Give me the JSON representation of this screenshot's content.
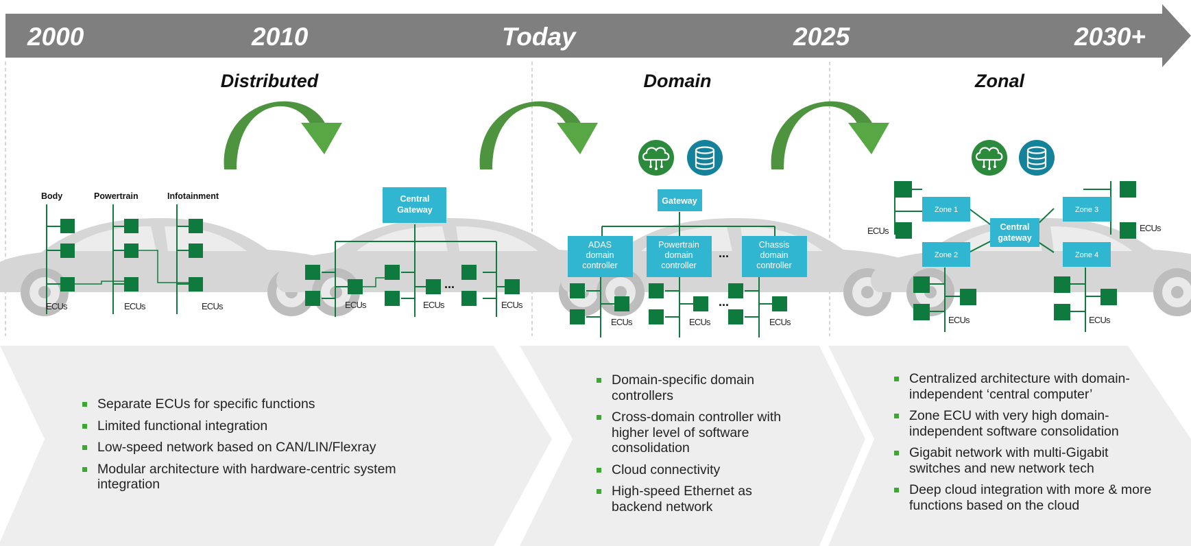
{
  "timeline": {
    "labels": [
      "2000",
      "2010",
      "Today",
      "2025",
      "2030+"
    ]
  },
  "eras": {
    "distributed": "Distributed",
    "domain": "Domain",
    "zonal": "Zonal"
  },
  "distributed_diagram": {
    "headers": [
      "Body",
      "Powertrain",
      "Infotainment"
    ],
    "ecu_label": "ECUs"
  },
  "central_gateway_diagram": {
    "gateway": [
      "Central",
      "Gateway"
    ],
    "ecu_label": "ECUs",
    "ellipsis": "..."
  },
  "domain_diagram": {
    "gateway": "Gateway",
    "controllers": [
      [
        "ADAS",
        "domain",
        "controller"
      ],
      [
        "Powertrain",
        "domain",
        "controller"
      ],
      [
        "Chassis",
        "domain",
        "controller"
      ]
    ],
    "ecu_label": "ECUs",
    "ellipsis": "..."
  },
  "zonal_diagram": {
    "zones": [
      "Zone 1",
      "Zone 2",
      "Zone 3",
      "Zone 4"
    ],
    "central": [
      "Central",
      "gateway"
    ],
    "ecu_label": "ECUs"
  },
  "icons": [
    "cloud-network-icon",
    "database-icon"
  ],
  "colors": {
    "timeline_bar": "#7f7f7f",
    "arrow_green": "#3f9a3a",
    "ecu_green": "#0e7a3e",
    "node_cyan": "#31b6d2",
    "icon_teal": "#14829a",
    "bullet_green": "#3fa535",
    "panel_gray": "#eeeeee"
  },
  "bullets": {
    "distributed": [
      "Separate ECUs for specific functions",
      "Limited functional integration",
      "Low-speed network based on CAN/LIN/Flexray",
      "Modular architecture with hardware-centric system integration"
    ],
    "domain": [
      "Domain-specific domain controllers",
      "Cross-domain controller with higher level of software consolidation",
      "Cloud connectivity",
      "High-speed Ethernet as backend network"
    ],
    "zonal": [
      "Centralized architecture with domain-independent ‘central computer’",
      "Zone ECU with very high domain-independent software consolidation",
      "Gigabit network with multi-Gigabit switches and new network tech",
      "Deep cloud integration with more & more functions based on the cloud"
    ]
  }
}
